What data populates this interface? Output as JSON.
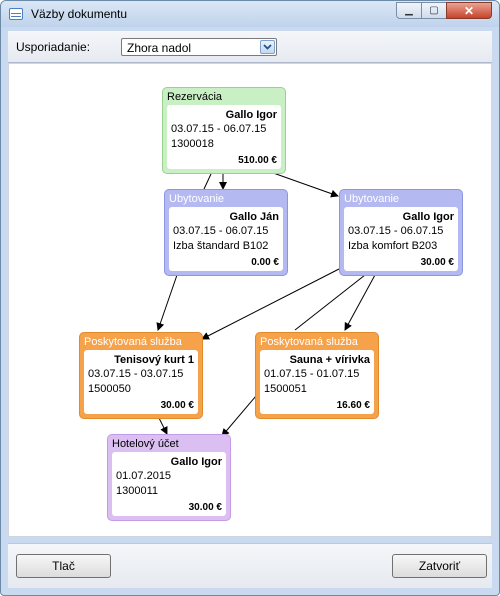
{
  "window": {
    "title": "Väzby dokumentu"
  },
  "toolbar": {
    "sort_label": "Usporiadanie:",
    "sort_value": "Zhora nadol"
  },
  "nodes": {
    "rezervacia": {
      "type": "Rezervácia",
      "name": "Gallo Igor",
      "line1": "03.07.15 - 06.07.15",
      "line2": "1300018",
      "amount": "510.00 €"
    },
    "ubytovanie1": {
      "type": "Ubytovanie",
      "name": "Gallo Ján",
      "line1": "03.07.15 - 06.07.15",
      "line2": "Izba štandard B102",
      "amount": "0.00 €"
    },
    "ubytovanie2": {
      "type": "Ubytovanie",
      "name": "Gallo Igor",
      "line1": "03.07.15 - 06.07.15",
      "line2": "Izba komfort B203",
      "amount": "30.00 €"
    },
    "sluzba1": {
      "type": "Poskytovaná služba",
      "name": "Tenisový kurt 1",
      "line1": "03.07.15 - 03.07.15",
      "line2": "1500050",
      "amount": "30.00 €"
    },
    "sluzba2": {
      "type": "Poskytovaná služba",
      "name": "Sauna + vírivka",
      "line1": "01.07.15 - 01.07.15",
      "line2": "1500051",
      "amount": "16.60 €"
    },
    "ucet": {
      "type": "Hotelový účet",
      "name": "Gallo Igor",
      "line1": "01.07.2015",
      "line2": "1300011",
      "amount": "30.00 €"
    }
  },
  "footer": {
    "print_label": "Tlač",
    "close_label": "Zatvoriť"
  }
}
